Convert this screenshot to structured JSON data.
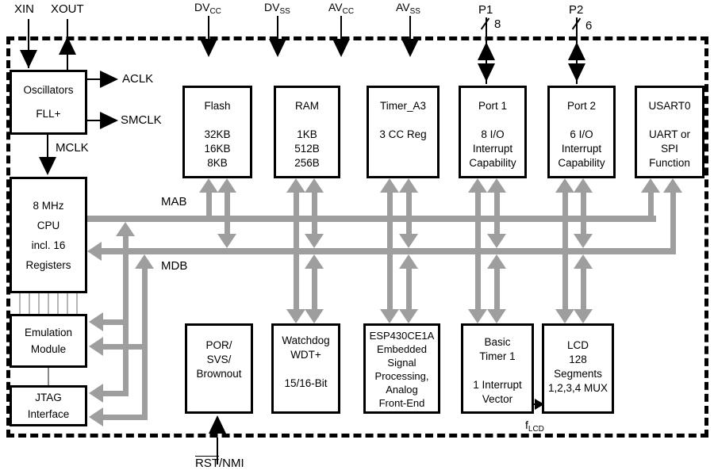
{
  "colors": {
    "bus": "#9e9e9e",
    "line": "#000000",
    "box_border": "#000000",
    "background": "#ffffff"
  },
  "pins": {
    "xin": "XIN",
    "xout": "XOUT",
    "dvcc": {
      "main": "DV",
      "sub": "CC"
    },
    "dvss": {
      "main": "DV",
      "sub": "SS"
    },
    "avcc": {
      "main": "AV",
      "sub": "CC"
    },
    "avss": {
      "main": "AV",
      "sub": "SS"
    },
    "p1": {
      "label": "P1",
      "bus_width": "8"
    },
    "p2": {
      "label": "P2",
      "bus_width": "6"
    },
    "rst": {
      "overline": "RST",
      "rest": "/NMI"
    }
  },
  "clocks": {
    "aclk": "ACLK",
    "smclk": "SMCLK",
    "mclk": "MCLK"
  },
  "buses": {
    "mab": "MAB",
    "mdb": "MDB"
  },
  "signals": {
    "flcd": {
      "main": "f",
      "sub": "LCD"
    }
  },
  "blocks": {
    "oscillators": {
      "lines": [
        "Oscillators",
        "FLL+"
      ]
    },
    "cpu": {
      "lines": [
        "8 MHz",
        "CPU",
        "incl. 16",
        "Registers"
      ]
    },
    "emulation": {
      "lines": [
        "Emulation",
        "Module"
      ]
    },
    "jtag": {
      "lines": [
        "JTAG",
        "Interface"
      ]
    },
    "flash": {
      "lines": [
        "Flash",
        "",
        "32KB",
        "16KB",
        "8KB"
      ]
    },
    "ram": {
      "lines": [
        "RAM",
        "",
        "1KB",
        "512B",
        "256B"
      ]
    },
    "timer_a3": {
      "lines": [
        "Timer_A3",
        "",
        "3 CC Reg"
      ]
    },
    "port1": {
      "lines": [
        "Port 1",
        "",
        "8 I/O",
        "Interrupt",
        "Capability"
      ]
    },
    "port2": {
      "lines": [
        "Port 2",
        "",
        "6 I/O",
        "Interrupt",
        "Capability"
      ]
    },
    "usart0": {
      "lines": [
        "USART0",
        "",
        "UART or",
        "SPI",
        "Function"
      ]
    },
    "por": {
      "lines": [
        "POR/",
        "SVS/",
        "Brownout"
      ]
    },
    "watchdog": {
      "lines": [
        "Watchdog",
        "WDT+",
        "",
        "15/16-Bit"
      ]
    },
    "esp430": {
      "lines": [
        "ESP430CE1A",
        "Embedded",
        "Signal",
        "Processing,",
        "Analog",
        "Front-End"
      ]
    },
    "basic_timer": {
      "lines": [
        "Basic",
        "Timer 1",
        "",
        "1 Interrupt",
        "Vector"
      ]
    },
    "lcd": {
      "lines": [
        "LCD",
        "128",
        "Segments",
        "1,2,3,4 MUX"
      ]
    }
  }
}
